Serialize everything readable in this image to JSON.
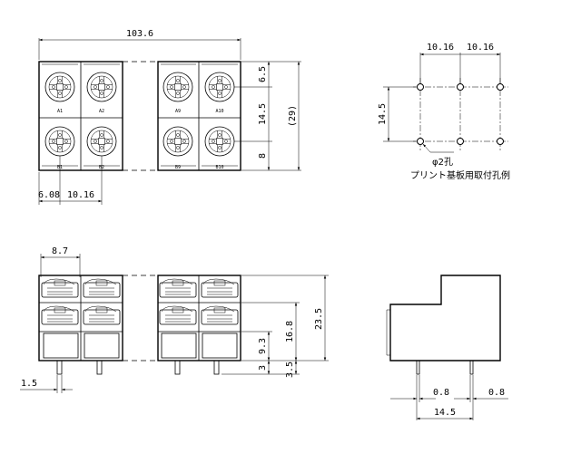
{
  "top_view": {
    "total_width": "103.6",
    "pitch": "10.16",
    "edge_offset": "6.08",
    "dim_6_5": "6.5",
    "dim_14_5": "14.5",
    "dim_8": "8",
    "dim_29": "(29)",
    "top_labels": [
      "A1",
      "A2",
      "A9",
      "A10"
    ],
    "bottom_labels": [
      "B1",
      "B2",
      "B9",
      "B10"
    ]
  },
  "pcb_layout": {
    "pitch_1": "10.16",
    "pitch_2": "10.16",
    "row_pitch": "14.5",
    "hole_label": "φ2孔",
    "caption": "プリント基板用取付孔例"
  },
  "front_view": {
    "dim_8_7": "8.7",
    "dim_1_5": "1.5",
    "dim_23_5": "23.5",
    "dim_16_8": "16.8",
    "dim_9_3": "9.3",
    "dim_3": "3",
    "dim_3_5": "3.5"
  },
  "side_view": {
    "pin_1": "0.8",
    "pin_2": "0.8",
    "depth": "14.5"
  }
}
